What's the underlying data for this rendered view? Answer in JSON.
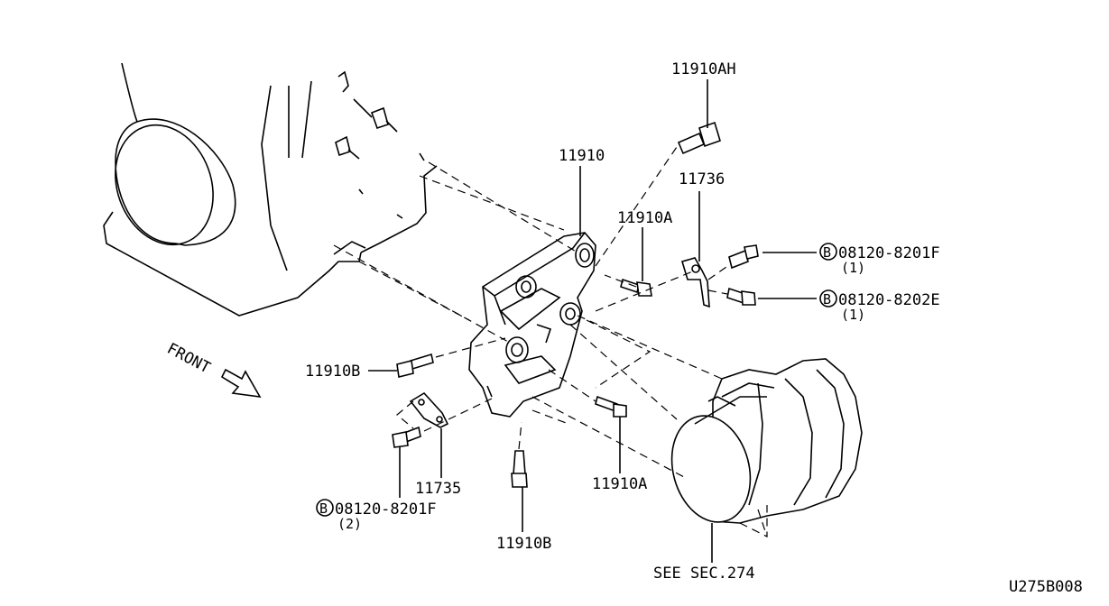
{
  "diagram": {
    "front_label": "FRONT",
    "parts": {
      "p_11910AH": "11910AH",
      "p_11910": "11910",
      "p_11736": "11736",
      "p_11910A_top": "11910A",
      "p_bolt_8201F_top": "08120-8201F",
      "p_bolt_8201F_top_qty": "(1)",
      "p_bolt_8202E": "08120-8202E",
      "p_bolt_8202E_qty": "(1)",
      "p_11910B_left": "11910B",
      "p_11735": "11735",
      "p_bolt_8201F_bottom": "08120-8201F",
      "p_bolt_8201F_bottom_qty": "(2)",
      "p_11910A_bottom": "11910A",
      "p_11910B_bottom": "11910B"
    },
    "bolt_prefix": "B",
    "see_section": "SEE SEC.274",
    "drawing_code": "U275B008"
  }
}
